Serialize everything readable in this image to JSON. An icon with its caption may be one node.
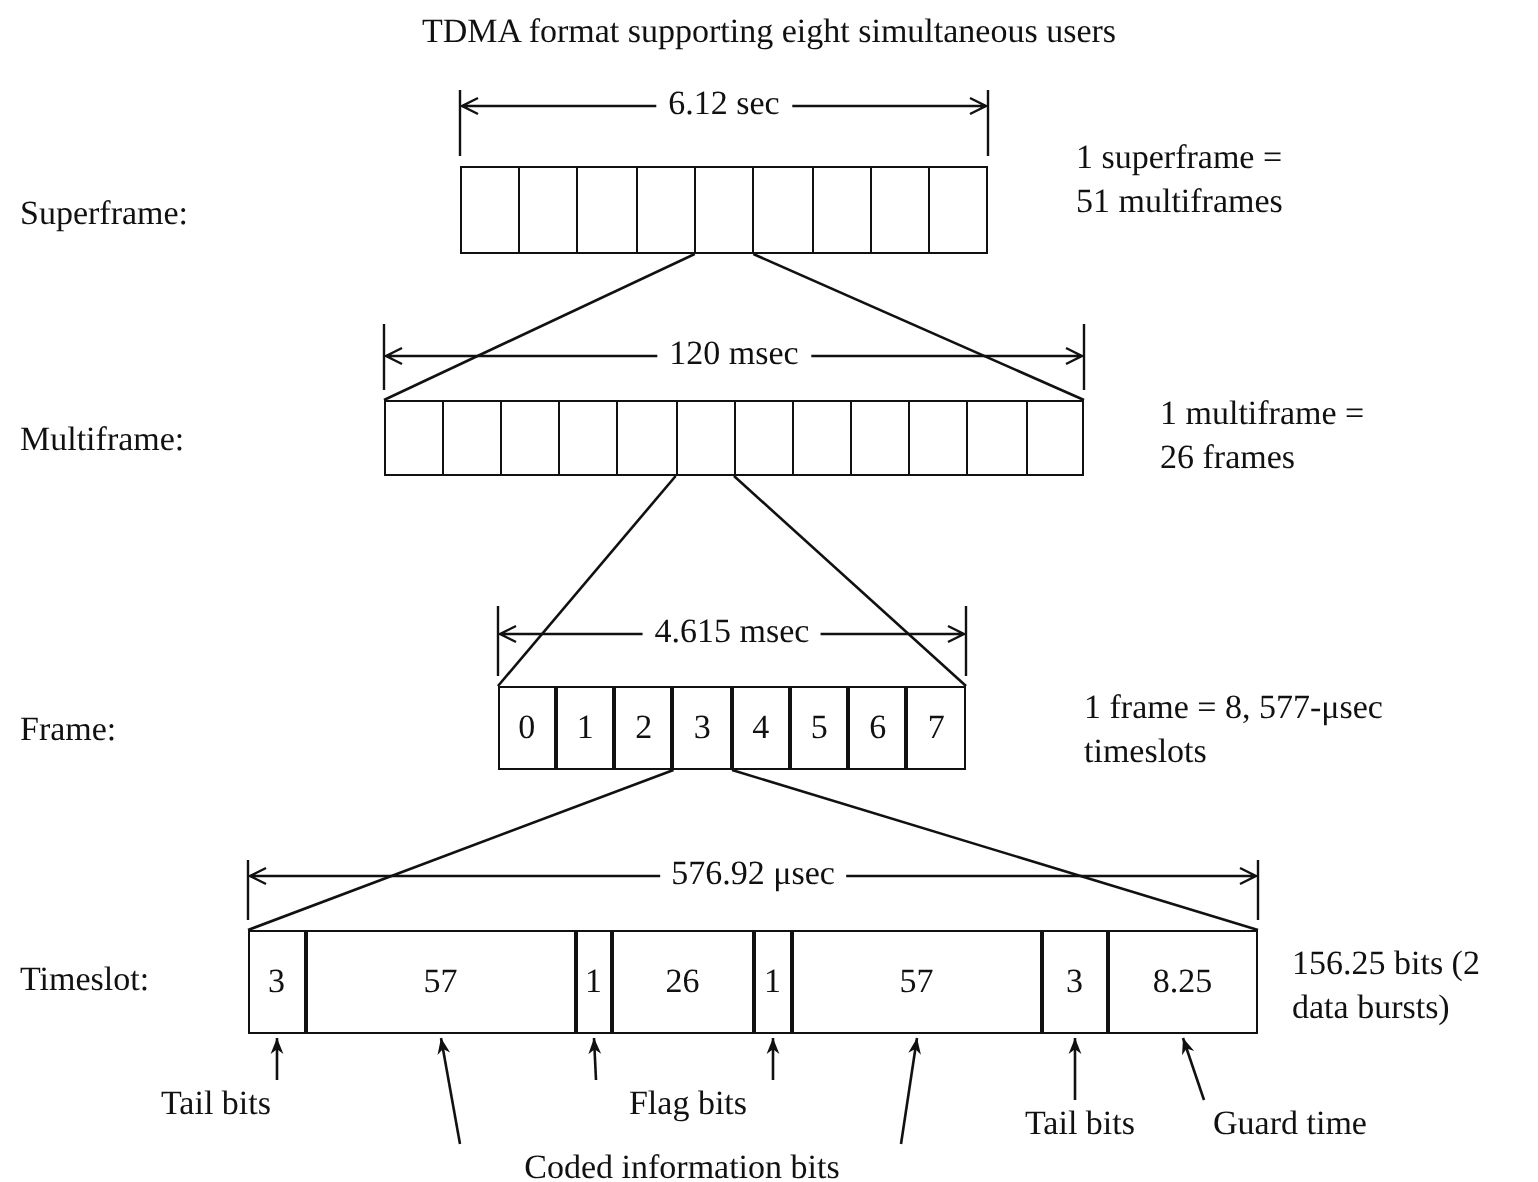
{
  "diagram": {
    "title": "TDMA format supporting eight simultaneous users",
    "nodes": [
      {
        "text": [],
        "shape": "bar",
        "beside": [
          "1 superframe = 51 multiframes"
        ]
      },
      {
        "text": [],
        "shape": "bar",
        "beside": [
          "1 multiframe = 26 frames"
        ]
      },
      {
        "text": [],
        "shape": "bar",
        "beside": [
          "1 frame = 8, 577-μsec timeslots"
        ]
      },
      {
        "text": [
          "0"
        ],
        "in": 2
      },
      {
        "text": [
          "1"
        ],
        "in": 2
      },
      {
        "text": [
          "2"
        ],
        "in": 2
      },
      {
        "text": [
          "3"
        ],
        "in": 2
      },
      {
        "text": [
          "4"
        ],
        "in": 2
      },
      {
        "text": [
          "5"
        ],
        "in": 2
      },
      {
        "text": [
          "6"
        ],
        "in": 2
      },
      {
        "text": [
          "7"
        ],
        "in": 2
      },
      {
        "text": [],
        "shape": "bar",
        "beside": [
          "156.25 bits (2 data bursts)"
        ]
      },
      {
        "text": [
          "3"
        ],
        "in": 11
      },
      {
        "text": [
          "57"
        ],
        "in": 11
      },
      {
        "text": [
          "1"
        ],
        "in": 11
      },
      {
        "text": [
          "26"
        ],
        "in": 11
      },
      {
        "text": [
          "1"
        ],
        "in": 11
      },
      {
        "text": [
          "57"
        ],
        "in": 11
      },
      {
        "text": [
          "3"
        ],
        "in": 11
      },
      {
        "text": [
          "8.25"
        ],
        "in": 11
      },
      {
        "text": [
          "Tail bits"
        ]
      },
      {
        "text": [
          "Coded information bits"
        ]
      },
      {
        "text": [
          "Flag bits"
        ]
      },
      {
        "text": [
          "Tail bits"
        ]
      },
      {
        "text": [
          "Guard time"
        ]
      }
    ],
    "edges": [
      {
        "from": 0,
        "to": 1,
        "arrow": "none"
      },
      {
        "from": 0,
        "to": 1,
        "arrow": "none"
      },
      {
        "from": 1,
        "to": 2,
        "arrow": "none"
      },
      {
        "from": 1,
        "to": 2,
        "arrow": "none"
      },
      {
        "from": 6,
        "to": 11,
        "arrow": "none"
      },
      {
        "from": 6,
        "to": 11,
        "arrow": "none"
      },
      {
        "from": 20,
        "to": 12,
        "arrow": "to"
      },
      {
        "from": 21,
        "to": 13,
        "arrow": "to"
      },
      {
        "from": 21,
        "to": 17,
        "arrow": "to"
      },
      {
        "from": 22,
        "to": 14,
        "arrow": "to"
      },
      {
        "from": 22,
        "to": 16,
        "arrow": "to"
      },
      {
        "from": 23,
        "to": 18,
        "arrow": "to"
      },
      {
        "from": 24,
        "to": 19,
        "arrow": "to"
      }
    ],
    "labels": [
      "6.12 sec",
      "Superframe:",
      "120 msec",
      "Multiframe:",
      "4.615 msec",
      "Frame:",
      "576.92 μsec",
      "Timeslot:"
    ]
  }
}
